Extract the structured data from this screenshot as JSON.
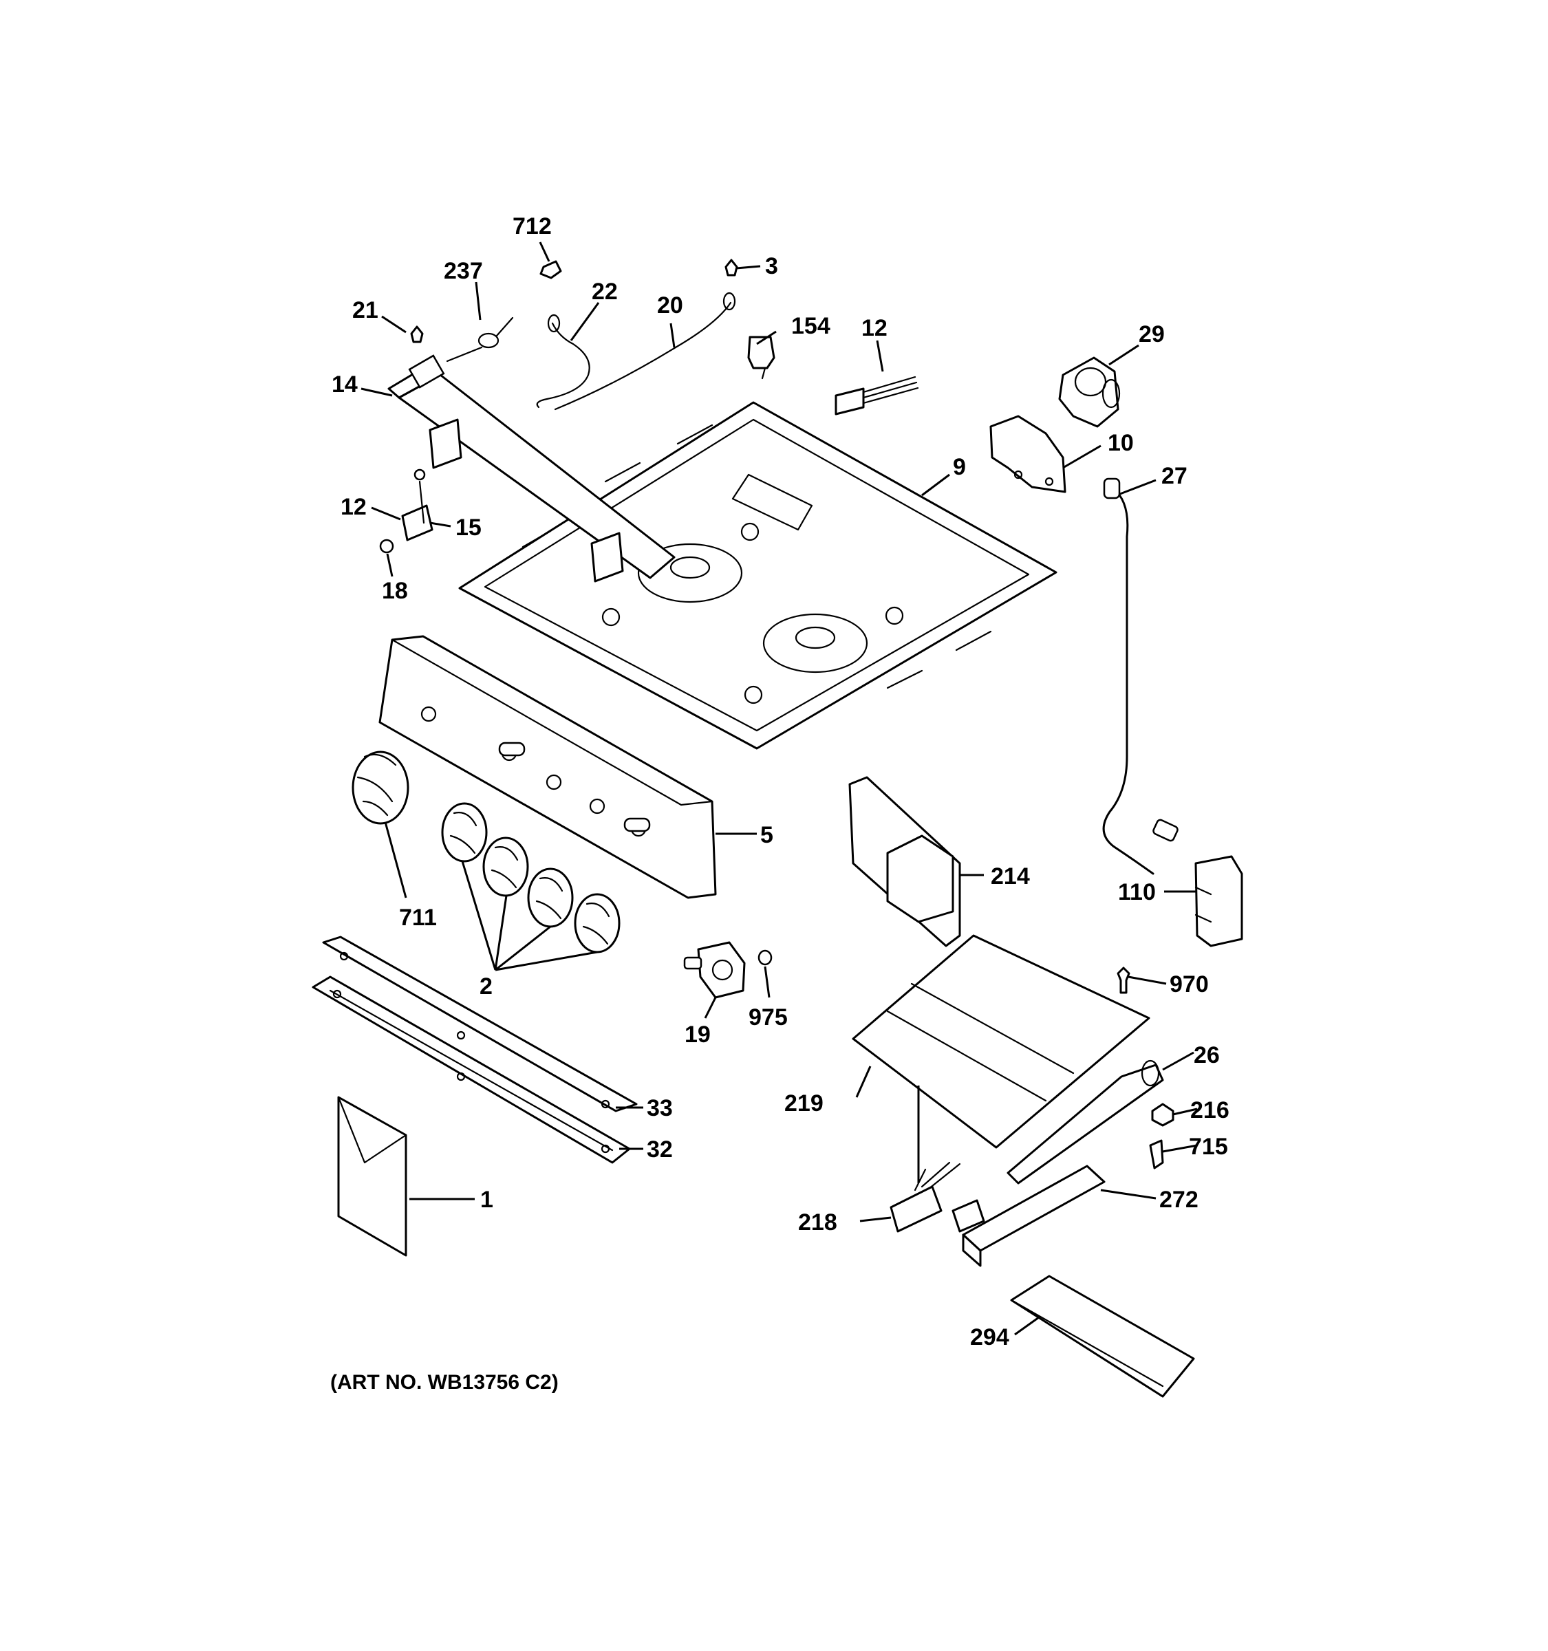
{
  "diagram": {
    "callouts": {
      "c712": "712",
      "c3": "3",
      "c237": "237",
      "c22": "22",
      "c20": "20",
      "c154": "154",
      "c12a": "12",
      "c29": "29",
      "c21": "21",
      "c14": "14",
      "c10": "10",
      "c9": "9",
      "c27": "27",
      "c12b": "12",
      "c15": "15",
      "c18": "18",
      "c5": "5",
      "c214": "214",
      "c110": "110",
      "c711": "711",
      "c2": "2",
      "c19": "19",
      "c975": "975",
      "c970": "970",
      "c26": "26",
      "c219": "219",
      "c216": "216",
      "c715": "715",
      "c33": "33",
      "c32": "32",
      "c1": "1",
      "c272": "272",
      "c218": "218",
      "c294": "294"
    },
    "art_number": "(ART NO. WB13756 C2)"
  }
}
